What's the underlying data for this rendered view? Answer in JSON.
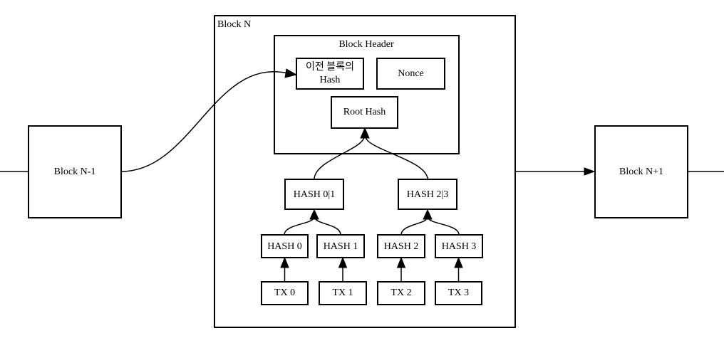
{
  "blocks": {
    "prev": "Block N-1",
    "current": "Block N",
    "next": "Block N+1"
  },
  "header": {
    "title": "Block Header",
    "prev_hash_line1": "이전 블록의",
    "prev_hash_line2": "Hash",
    "nonce": "Nonce",
    "root_hash": "Root Hash"
  },
  "merkle": {
    "hash01": "HASH 0|1",
    "hash23": "HASH 2|3",
    "hash0": "HASH 0",
    "hash1": "HASH 1",
    "hash2": "HASH 2",
    "hash3": "HASH 3"
  },
  "transactions": {
    "tx0": "TX 0",
    "tx1": "TX 1",
    "tx2": "TX 2",
    "tx3": "TX 3"
  },
  "colors": {
    "stroke": "#000000",
    "background": "#ffffff"
  }
}
